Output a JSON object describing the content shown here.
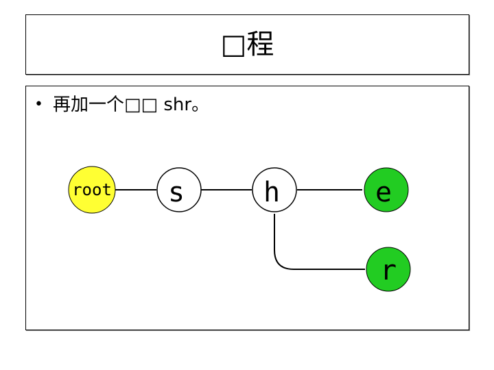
{
  "slide": {
    "title": "□程",
    "bullet": "再加一个□□ shr。"
  },
  "diagram": {
    "nodes": [
      {
        "id": "root",
        "label": "root",
        "fill": "#ffff33"
      },
      {
        "id": "s",
        "label": "s",
        "fill": "#ffffff"
      },
      {
        "id": "h",
        "label": "h",
        "fill": "#ffffff"
      },
      {
        "id": "e",
        "label": "e",
        "fill": "#22cc22"
      },
      {
        "id": "r",
        "label": "r",
        "fill": "#22cc22"
      }
    ],
    "edges": [
      {
        "from": "root",
        "to": "s"
      },
      {
        "from": "s",
        "to": "h"
      },
      {
        "from": "h",
        "to": "e"
      },
      {
        "from": "h",
        "to": "r"
      }
    ]
  }
}
